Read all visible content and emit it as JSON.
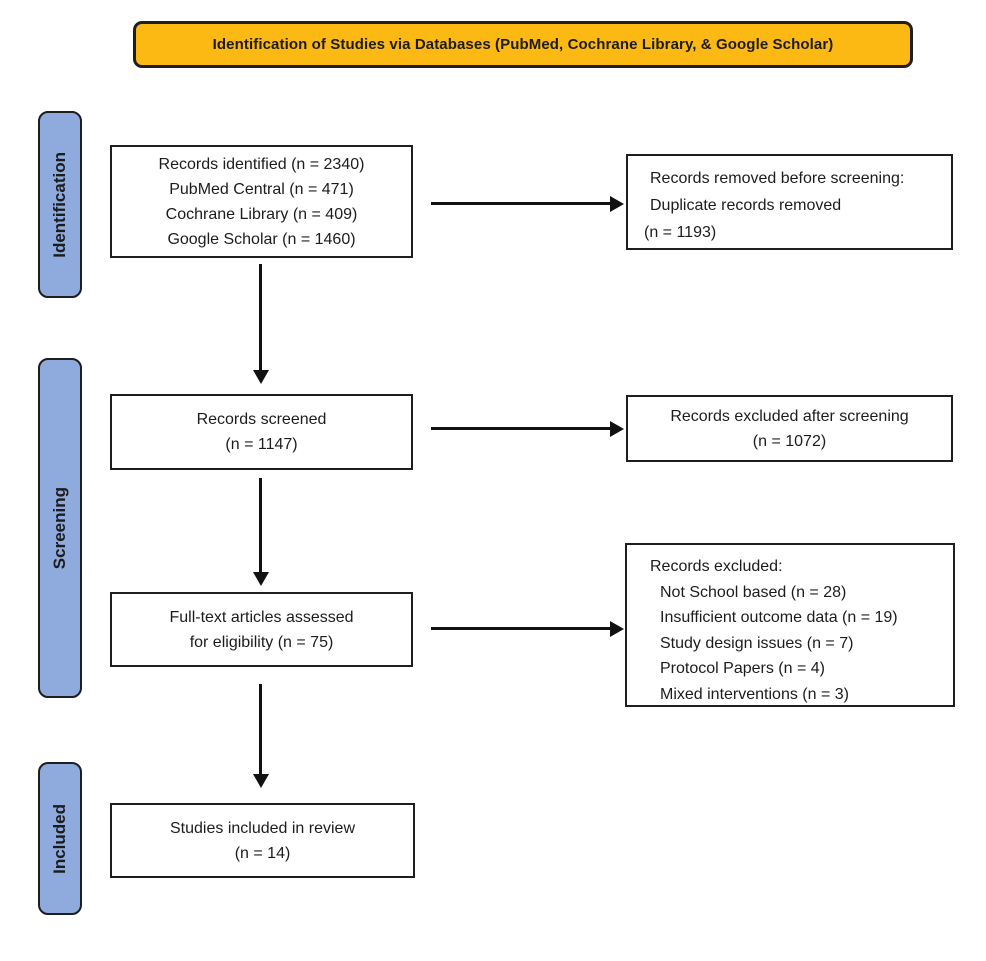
{
  "banner": {
    "label": "Identification of Studies via Databases (PubMed, Cochrane Library, & Google Scholar)"
  },
  "stages": [
    {
      "label": "Identification"
    },
    {
      "label": "Screening"
    },
    {
      "label": "Included"
    }
  ],
  "flow_boxes": {
    "records_identified": {
      "lines": [
        "Records identified (n = 2340)",
        "PubMed Central (n = 471)",
        "Cochrane Library (n = 409)",
        "Google Scholar (n = 1460)"
      ]
    },
    "records_screened": {
      "lines": [
        "Records screened",
        "(n = 1147)"
      ]
    },
    "fulltext_assessed": {
      "lines": [
        "Full-text articles assessed",
        "for eligibility (n = 75)"
      ]
    },
    "studies_included": {
      "lines": [
        "Studies included in review",
        "(n = 14)"
      ]
    }
  },
  "exclusion_boxes": {
    "removed_before_screening": {
      "lines": [
        "Records removed before screening:",
        "Duplicate records removed",
        "(n = 1193)"
      ]
    },
    "excluded_after_screening": {
      "lines": [
        "Records excluded after screening",
        "(n = 1072)"
      ]
    },
    "excluded_fulltext": {
      "heading": "Records excluded:",
      "items": [
        "Not School based (n = 28)",
        "Insufficient outcome data (n = 19)",
        "Study design issues (n = 7)",
        "Protocol Papers (n = 4)",
        "Mixed interventions (n = 3)"
      ]
    }
  },
  "colors": {
    "banner_bg": "#FCB813",
    "stage_bg": "#8FAADC",
    "border": "#1E1E1E",
    "arrow": "#111111"
  }
}
